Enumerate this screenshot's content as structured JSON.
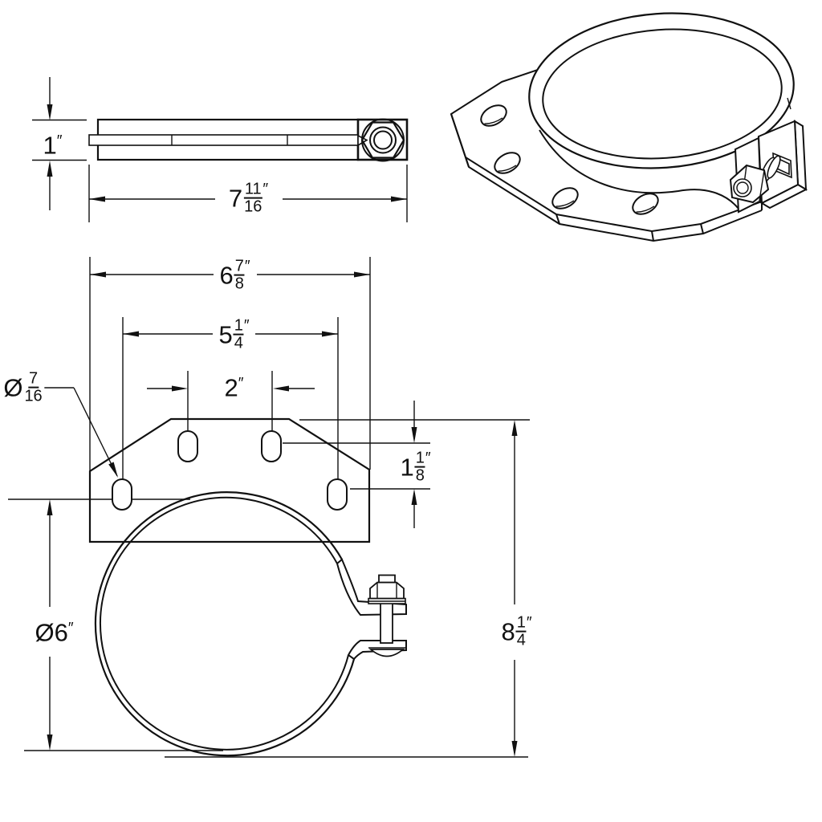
{
  "drawing": {
    "background": "#ffffff",
    "line_color": "#111111",
    "part": "exhaust-clamp-with-mounting-bracket",
    "views": {
      "side": "side-profile-view",
      "isometric": "isometric-view",
      "front": "front-view"
    }
  },
  "dimensions": {
    "band_height": {
      "whole": "1",
      "num": "",
      "den": "",
      "unit": "″"
    },
    "overall_length": {
      "whole": "7",
      "num": "11",
      "den": "16",
      "unit": "″"
    },
    "bracket_width": {
      "whole": "6",
      "num": "7",
      "den": "8",
      "unit": "″"
    },
    "lower_hole_span": {
      "whole": "5",
      "num": "1",
      "den": "4",
      "unit": "″"
    },
    "upper_hole_span": {
      "whole": "2",
      "num": "",
      "den": "",
      "unit": "″"
    },
    "slot_hole_diameter": {
      "whole": "Ø",
      "num": "7",
      "den": "16",
      "unit": ""
    },
    "hole_row_offset": {
      "whole": "1",
      "num": "1",
      "den": "8",
      "unit": "″"
    },
    "clamp_diameter": {
      "whole": "Ø6",
      "num": "",
      "den": "",
      "unit": "″"
    },
    "overall_height": {
      "whole": "8",
      "num": "1",
      "den": "4",
      "unit": "″"
    }
  }
}
